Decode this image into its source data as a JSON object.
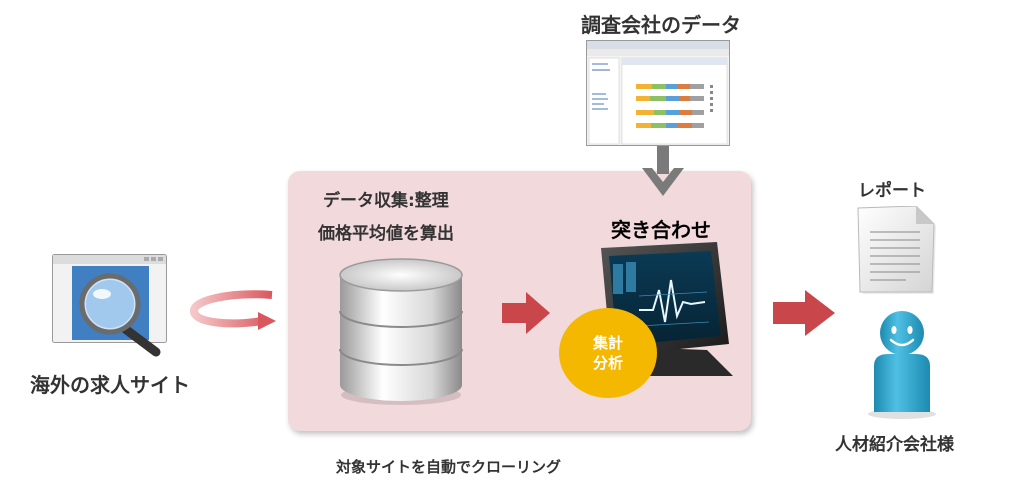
{
  "labels": {
    "research_company_data": "調査会社のデータ",
    "data_collection": "データ収集:整理",
    "price_average": "価格平均値を算出",
    "matching": "突き合わせ",
    "report": "レポート",
    "overseas_job_sites": "海外の求人サイト",
    "staffing_companies": "人材紹介会社様",
    "crawling": "対象サイトを自動でクローリング",
    "aggregate_line1": "集計",
    "aggregate_line2": "分析"
  },
  "colors": {
    "panel_bg": "#f2d9dc",
    "arrow_red": "#c9474b",
    "arrow_gray": "#7a7a7a",
    "badge_yellow": "#f5b800",
    "person_blue": "#29a3cc",
    "browser_blue": "#3f7fc2"
  },
  "icons": [
    "browser-magnifier-icon",
    "crawl-loop-arrow-icon",
    "database-icon",
    "monitor-waveform-icon",
    "software-screenshot-icon",
    "document-icon",
    "person-icon"
  ]
}
